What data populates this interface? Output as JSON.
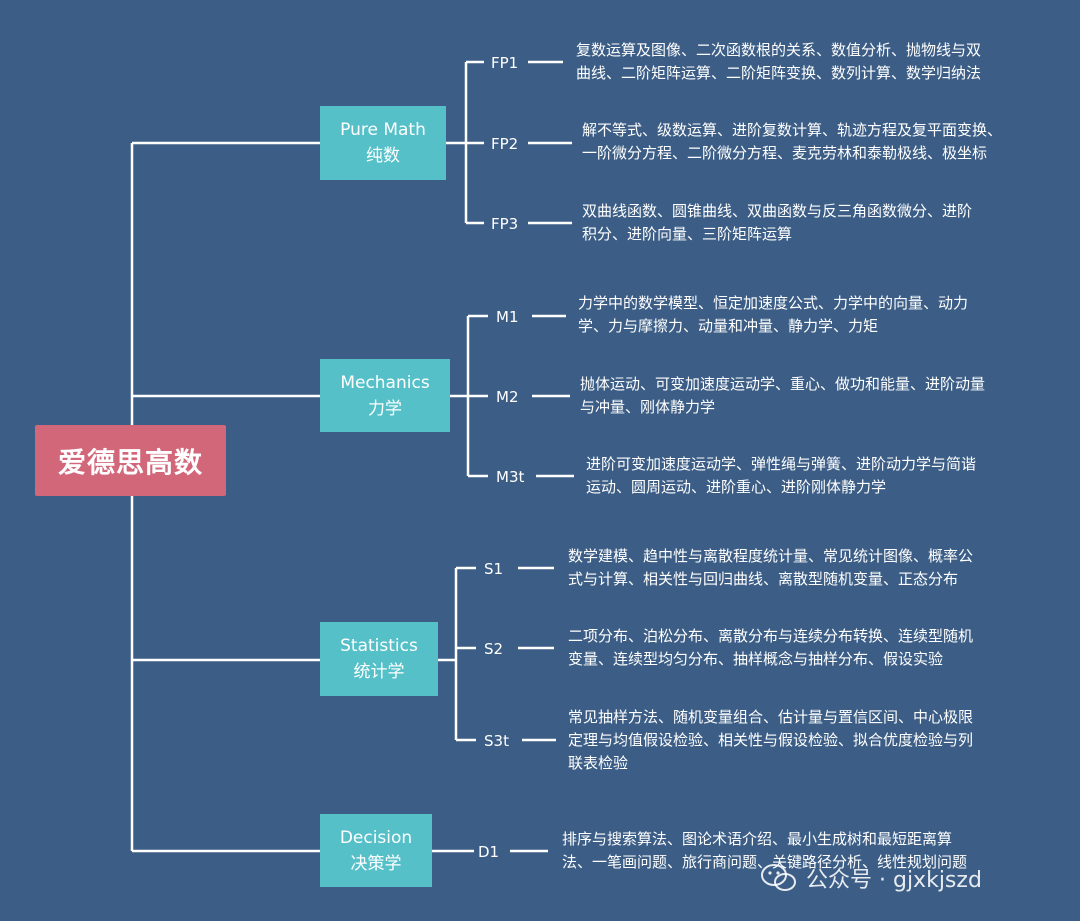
{
  "root": {
    "label": "爱德思高数"
  },
  "branches": [
    {
      "label_en": "Pure Math",
      "label_zh": "纯数",
      "items": [
        {
          "code": "FP1",
          "lines": [
            "复数运算及图像、二次函数根的关系、数值分析、抛物线与双",
            "曲线、二阶矩阵运算、二阶矩阵变换、数列计算、数学归纳法"
          ]
        },
        {
          "code": "FP2",
          "lines": [
            "解不等式、级数运算、进阶复数计算、轨迹方程及复平面变换、",
            "一阶微分方程、二阶微分方程、麦克劳林和泰勒极线、极坐标"
          ]
        },
        {
          "code": "FP3",
          "lines": [
            "双曲线函数、圆锥曲线、双曲函数与反三角函数微分、进阶",
            "积分、进阶向量、三阶矩阵运算"
          ]
        }
      ]
    },
    {
      "label_en": "Mechanics",
      "label_zh": "力学",
      "items": [
        {
          "code": "M1",
          "lines": [
            "力学中的数学模型、恒定加速度公式、力学中的向量、动力",
            "学、力与摩擦力、动量和冲量、静力学、力矩"
          ]
        },
        {
          "code": "M2",
          "lines": [
            "抛体运动、可变加速度运动学、重心、做功和能量、进阶动量",
            "与冲量、刚体静力学"
          ]
        },
        {
          "code": "M3t",
          "lines": [
            "进阶可变加速度运动学、弹性绳与弹簧、进阶动力学与简谐",
            "运动、圆周运动、进阶重心、进阶刚体静力学"
          ]
        }
      ]
    },
    {
      "label_en": "Statistics",
      "label_zh": "统计学",
      "items": [
        {
          "code": "S1",
          "lines": [
            "数学建模、趋中性与离散程度统计量、常见统计图像、概率公",
            "式与计算、相关性与回归曲线、离散型随机变量、正态分布"
          ]
        },
        {
          "code": "S2",
          "lines": [
            "二项分布、泊松分布、离散分布与连续分布转换、连续型随机",
            "变量、连续型均匀分布、抽样概念与抽样分布、假设实验"
          ]
        },
        {
          "code": "S3t",
          "lines": [
            "常见抽样方法、随机变量组合、估计量与置信区间、中心极限",
            "定理与均值假设检验、相关性与假设检验、拟合优度检验与列",
            "联表检验"
          ]
        }
      ]
    },
    {
      "label_en": "Decision",
      "label_zh": "决策学",
      "items": [
        {
          "code": "D1",
          "lines": [
            "排序与搜索算法、图论术语介绍、最小生成树和最短距离算",
            "法、一笔画问题、旅行商问题、关键路径分析、线性规划问题"
          ]
        }
      ]
    }
  ],
  "watermark": {
    "text": "公众号 · gjxkjszd",
    "icon": "wechat-icon"
  },
  "colors": {
    "background": "#3c5e86",
    "root": "#d2677a",
    "category": "#56c0c9",
    "line": "#ffffff"
  }
}
